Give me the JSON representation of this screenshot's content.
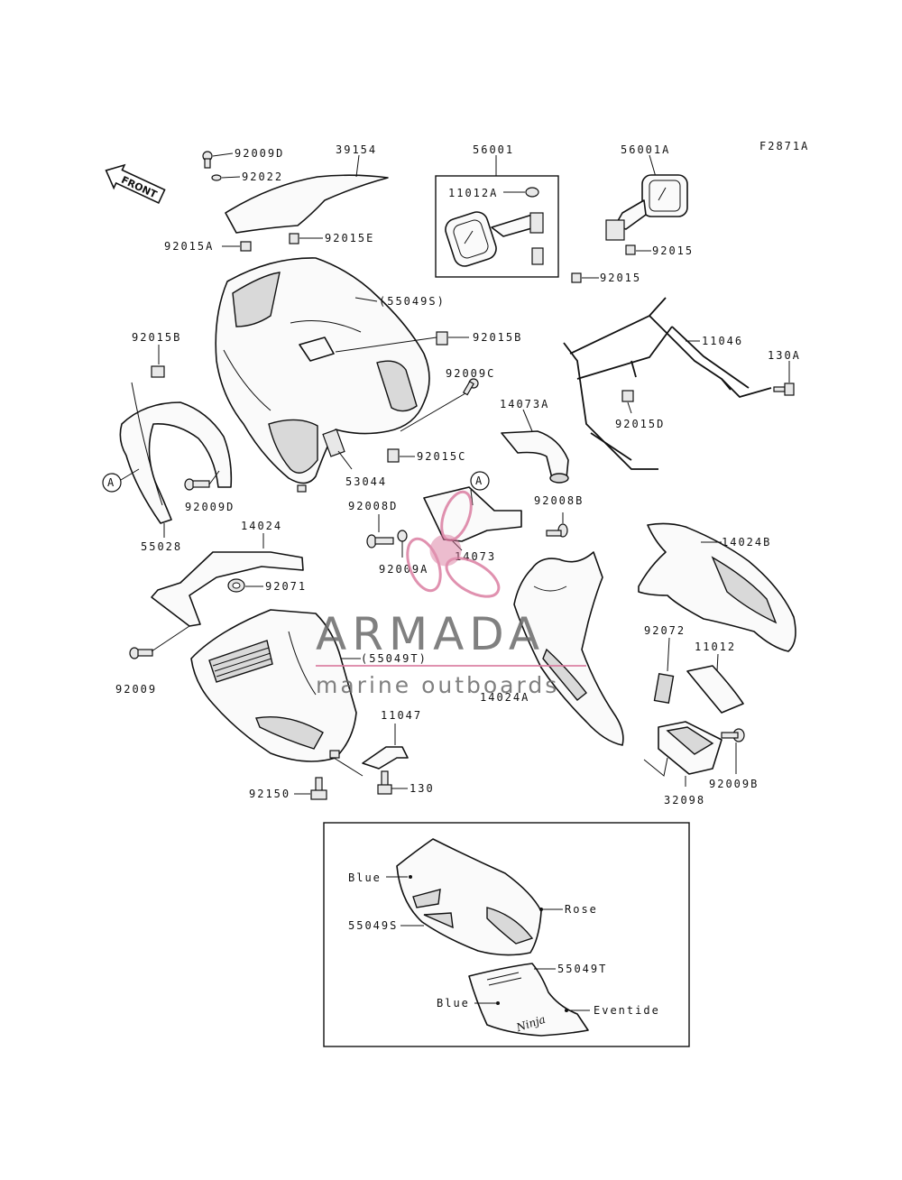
{
  "figure_code": "F2871A",
  "front_label": "FRONT",
  "callout_a": "A",
  "labels": {
    "p92009D_top": "92009D",
    "p92022": "92022",
    "p39154": "39154",
    "p56001": "56001",
    "p11012A": "11012A",
    "p56001A": "56001A",
    "p92015_upper": "92015",
    "p92015_lower": "92015",
    "p92015A": "92015A",
    "p92015E": "92015E",
    "p55049S": "(55049S)",
    "p92015B_left": "92015B",
    "p92015B_right": "92015B",
    "p11046": "11046",
    "p130A": "130A",
    "p92009C": "92009C",
    "p14073A": "14073A",
    "p92015D": "92015D",
    "p92015C": "92015C",
    "p53044": "53044",
    "p92009D_left": "92009D",
    "p55028": "55028",
    "p92008D": "92008D",
    "p92009A": "92009A",
    "p14073": "14073",
    "p92008B": "92008B",
    "p14024": "14024",
    "p92071": "92071",
    "p14024B": "14024B",
    "p92009": "92009",
    "p55049T": "(55049T)",
    "p14024A": "14024A",
    "p92072": "92072",
    "p11012": "11012",
    "p11047": "11047",
    "p92150": "92150",
    "p130": "130",
    "p92009B": "92009B",
    "p32098": "32098"
  },
  "inset": {
    "blue_upper": "Blue",
    "rose": "Rose",
    "p55049S": "55049S",
    "p55049T": "55049T",
    "blue_lower": "Blue",
    "eventide": "Eventide"
  },
  "decal_text": "Ninja",
  "watermark": {
    "brand": "ARMADA",
    "tagline": "marine outboards",
    "accent_color": "#d9769c",
    "text_color": "#6b6b6b"
  }
}
